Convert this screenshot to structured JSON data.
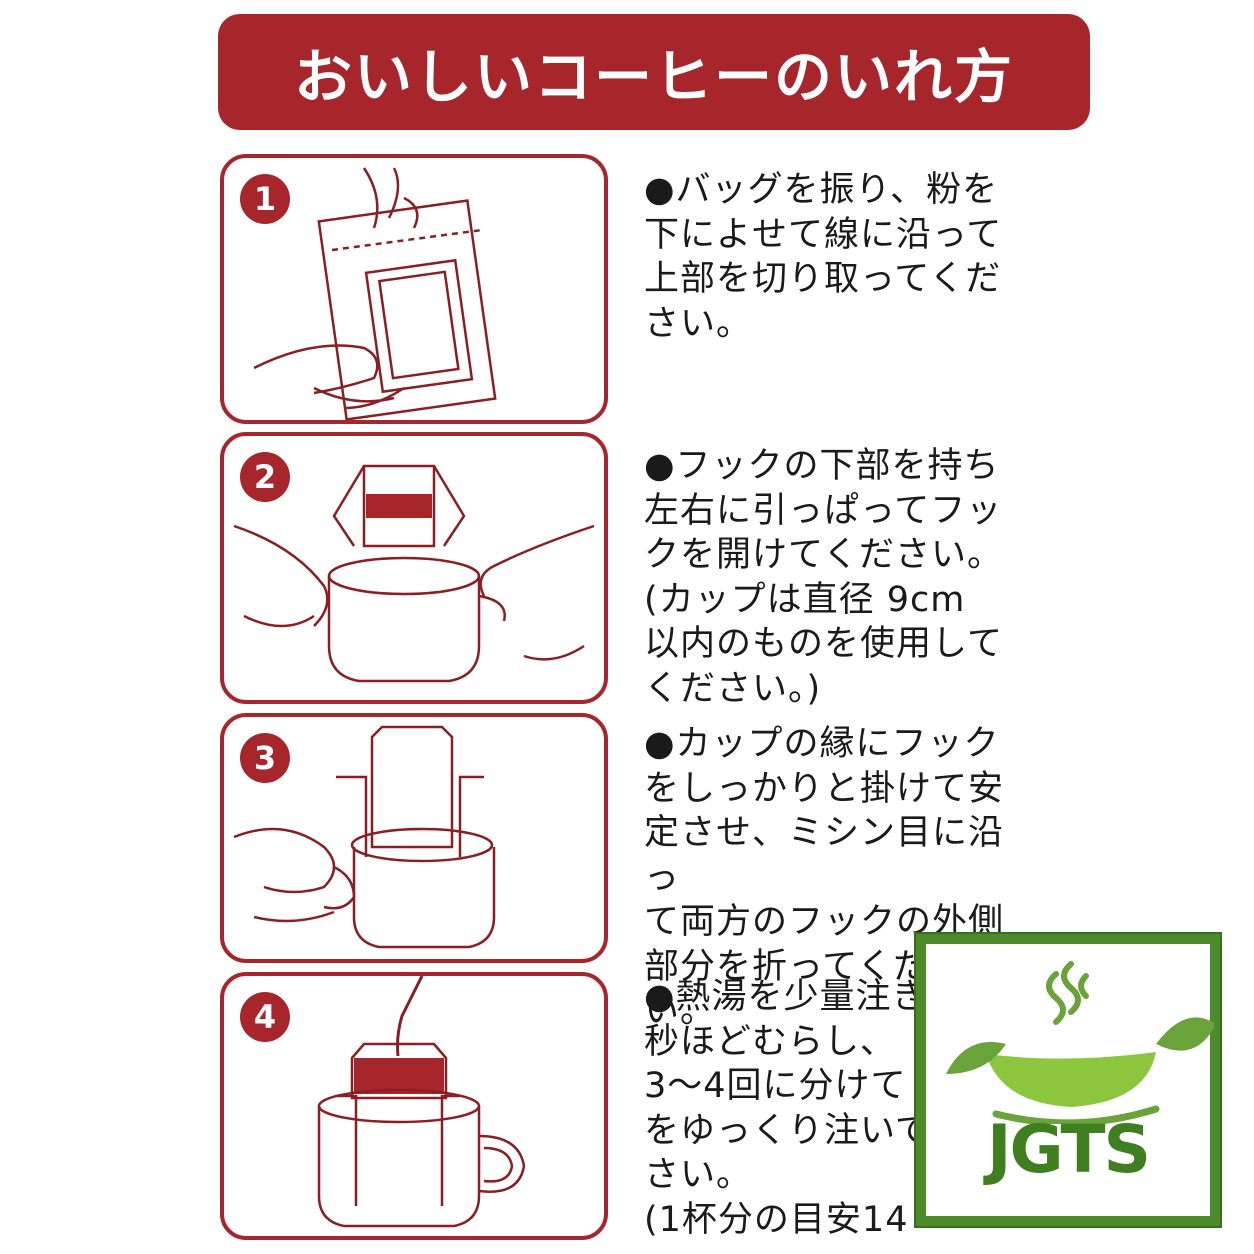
{
  "header": {
    "title": "おいしいコーヒーのいれ方"
  },
  "colors": {
    "accent": "#a6262c",
    "badge_green": "#4c8a2a"
  },
  "steps": [
    {
      "number": "1",
      "text": "●バッグを振り、粉を\n下によせて線に沿って\n上部を切り取ってくだ\nさい。"
    },
    {
      "number": "2",
      "text": "●フックの下部を持ち\n左右に引っぱってフッ\nクを開けてください。\n(カップは直径 9cm\n以内のものを使用して\nください。)"
    },
    {
      "number": "3",
      "text": "●カップの縁にフック\nをしっかりと掛けて安\n定させ、ミシン目に沿っ\nて両方のフックの外側\n部分を折ってください。"
    },
    {
      "number": "4",
      "lines": [
        "●熱湯を少量注き",
        "秒ほどむらし、",
        "3〜4回に分けて",
        "をゆっくり注いで",
        "さい。",
        "(1杯分の目安14"
      ]
    }
  ],
  "badge": {
    "text": "JGTS",
    "icon": "tea-cup-logo-icon"
  }
}
